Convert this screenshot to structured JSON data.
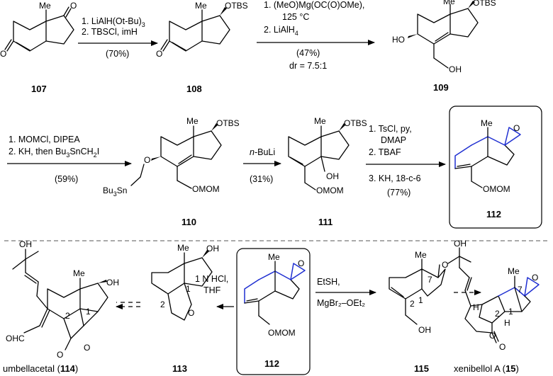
{
  "scheme": {
    "row1": {
      "step1": {
        "line1": "1. LiAlH(Ot-Bu)",
        "line1_sub": "3",
        "line2": "2. TBSCl, imH",
        "yield": "(70%)"
      },
      "step2": {
        "line1": "1. (MeO)Mg(OC(O)OMe),",
        "line2": "125 °C",
        "line3": "2. LiAlH",
        "line3_sub": "4",
        "yield": "(47%)",
        "dr": "dr = 7.5:1"
      },
      "compounds": {
        "c107": "107",
        "c108": "108",
        "c109": "109"
      }
    },
    "row2": {
      "step1": {
        "line1": "1. MOMCl, DIPEA",
        "line2_a": "2. KH, then Bu",
        "line2_sub1": "3",
        "line2_b": "SnCH",
        "line2_sub2": "2",
        "line2_c": "I",
        "yield": "(59%)"
      },
      "step2": {
        "reagent_italic": "n",
        "reagent": "-BuLi",
        "yield": "(31%)"
      },
      "step3": {
        "line1": "1. TsCl, py,",
        "line1b": "DMAP",
        "line2": "2. TBAF",
        "line3": "3. KH, 18-c-6",
        "yield": "(77%)"
      },
      "compounds": {
        "c110": "110",
        "c111": "111",
        "c112": "112"
      }
    },
    "row3": {
      "left_step": {
        "line1": "1 N HCl,",
        "line2": "THF"
      },
      "right_step": {
        "line1": "EtSH,",
        "line2": "MgBr₂–OEt₂"
      },
      "compounds": {
        "c114_prefix": "umbellacetal (",
        "c114_num": "114",
        "c114_suffix": ")",
        "c113": "113",
        "c112": "112",
        "c115": "115",
        "c15_prefix": "xenibellol A (",
        "c15_num": "15",
        "c15_suffix": ")"
      }
    },
    "atoms": {
      "Me": "Me",
      "O": "O",
      "OTBS": "OTBS",
      "HO": "HO",
      "OH": "OH",
      "OMOM": "OMOM",
      "Bu3Sn": "Bu",
      "Bu3Sn_sub": "3",
      "Bu3Sn_tail": "Sn",
      "OHC": "OHC",
      "H": "H",
      "n1": "1",
      "n2": "2",
      "n7": "7"
    },
    "colors": {
      "highlight": "#1f2fd1",
      "ink": "#000000"
    }
  }
}
